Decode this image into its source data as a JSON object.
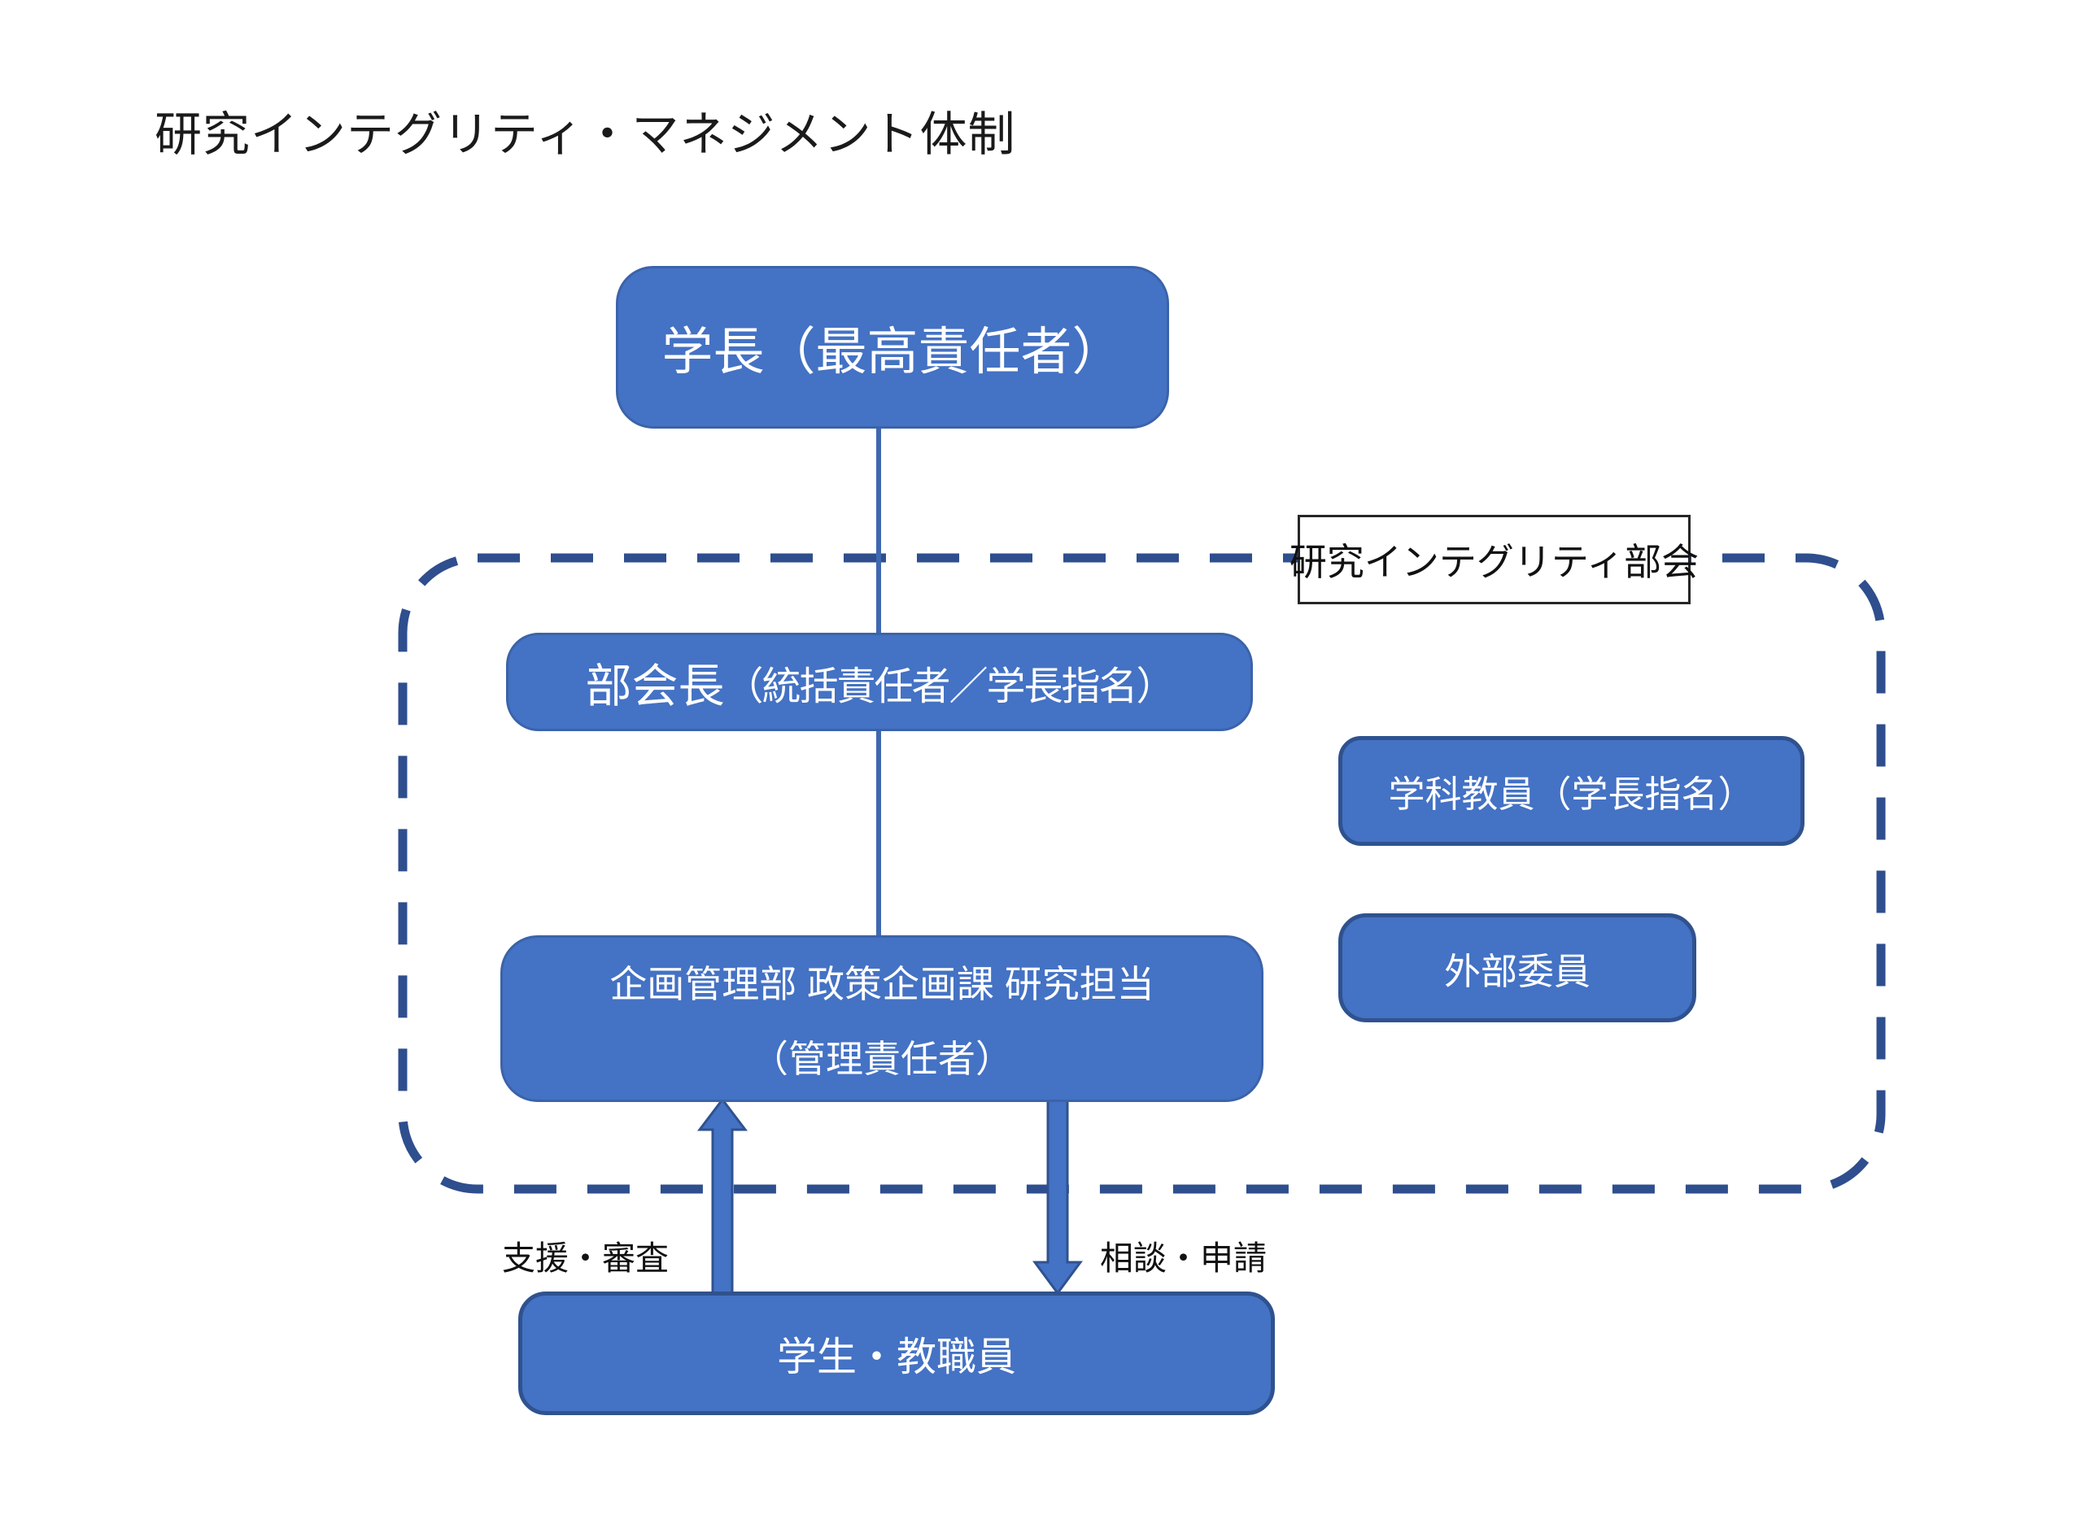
{
  "title": "研究インテグリティ・マネジメント体制",
  "group": {
    "label": "研究インテグリティ部会"
  },
  "nodes": {
    "president": {
      "label": "学長（最高責任者）"
    },
    "chair": {
      "label_main": "部会長",
      "label_sub": "（統括責任者／学長指名）"
    },
    "faculty": {
      "label": "学科教員（学長指名）"
    },
    "external": {
      "label": "外部委員"
    },
    "admin": {
      "label_line1": "企画管理部 政策企画課 研究担当",
      "label_line2": "（管理責任者）"
    },
    "students": {
      "label": "学生・教職員"
    }
  },
  "arrows": {
    "up_label": "支援・審査",
    "down_label": "相談・申請"
  },
  "colors": {
    "box_fill": "#4472C4",
    "box_border_dark": "#2F528F",
    "dashed_boundary": "#2E4E8E",
    "connector": "#3E68B0",
    "text_on_box": "#FFFFFF",
    "text_black": "#111111"
  }
}
